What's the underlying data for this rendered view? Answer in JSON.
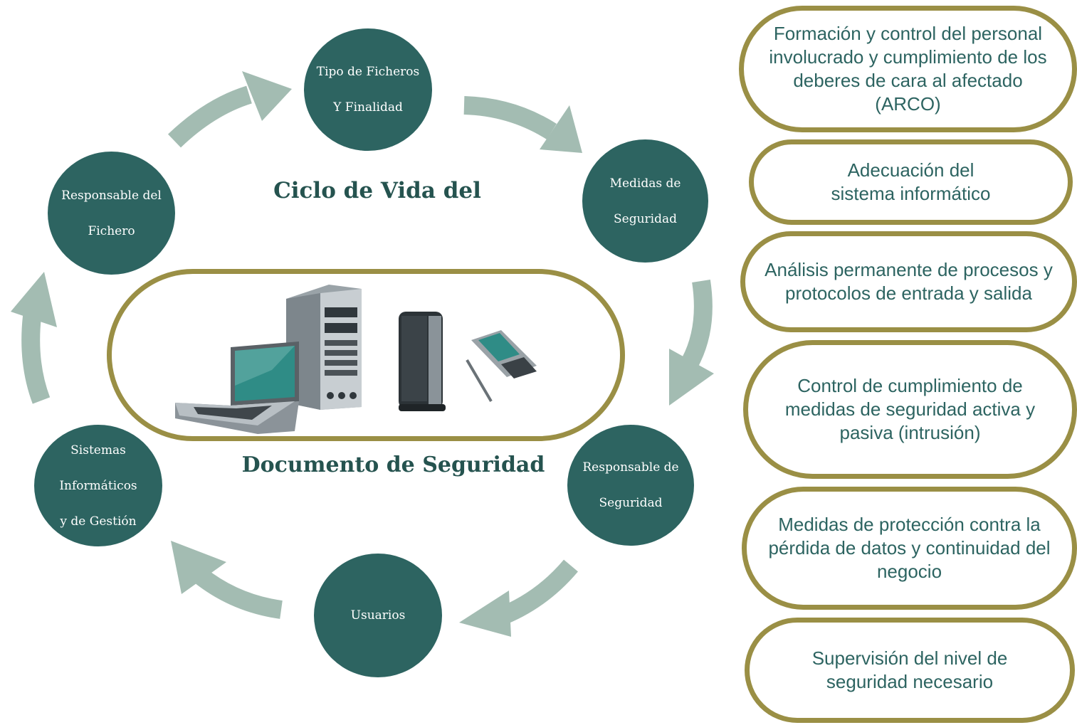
{
  "cycle": {
    "title_line1": "Ciclo de Vida del",
    "title_line2": "Documento de Seguridad",
    "nodes": [
      {
        "lines": [
          "Tipo de Ficheros",
          "Y Finalidad"
        ]
      },
      {
        "lines": [
          "Medidas de",
          "Seguridad"
        ]
      },
      {
        "lines": [
          "Responsable de",
          "Seguridad"
        ]
      },
      {
        "lines": [
          "Usuarios"
        ]
      },
      {
        "lines": [
          "Sistemas",
          "Informáticos",
          "y de Gestión"
        ]
      },
      {
        "lines": [
          "Responsable del",
          "Fichero"
        ]
      }
    ],
    "center_image": {
      "items": [
        "laptop",
        "tower-server",
        "mini-pc",
        "pda-phone"
      ]
    }
  },
  "measures": [
    "Formación y control del personal involucrado y cumplimiento de los deberes de cara al afectado (ARCO)",
    "Adecuación del sistema informático",
    "Análisis permanente  de procesos y protocolos de entrada y salida",
    "Control de cumplimiento de medidas de seguridad activa y pasiva (intrusión)",
    "Medidas de protección contra la pérdida de datos y continuidad del negocio",
    "Supervisión del nivel de seguridad necesario"
  ],
  "colors": {
    "node": "#2d6461",
    "arrow": "#a3bcb2",
    "border": "#9a8f45",
    "text": "#2d6461"
  }
}
